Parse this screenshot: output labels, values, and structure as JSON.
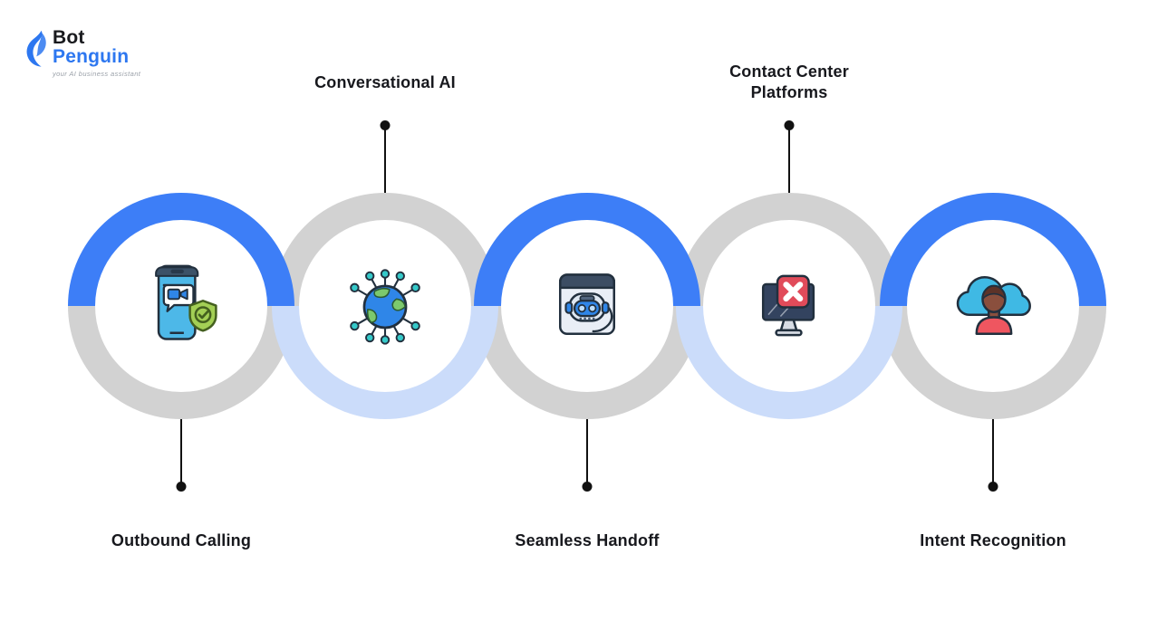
{
  "logo": {
    "bot": "Bot",
    "penguin": "Penguin",
    "tagline": "your AI business assistant"
  },
  "colors": {
    "primary_blue": "#3D7EF7",
    "light_blue": "#CBDCFA",
    "gray": "#D2D2D2",
    "text_dark": "#17181D",
    "connector_black": "#111111",
    "logo_blue": "#2D77F0"
  },
  "diagram": {
    "nodes": [
      {
        "label": "Outbound Calling",
        "label_position": "bottom",
        "icon": "phone-video-call-shield-icon",
        "top_half_color": "#3D7EF7",
        "bottom_half_color": "#D2D2D2"
      },
      {
        "label": "Conversational AI",
        "label_position": "top",
        "icon": "globe-network-icon",
        "top_half_color": "#D2D2D2",
        "bottom_half_color": "#CBDCFA"
      },
      {
        "label": "Seamless Handoff",
        "label_position": "bottom",
        "icon": "chatbot-window-icon",
        "top_half_color": "#3D7EF7",
        "bottom_half_color": "#D2D2D2"
      },
      {
        "label": "Contact Center Platforms",
        "label_position": "top",
        "icon": "monitor-error-icon",
        "top_half_color": "#D2D2D2",
        "bottom_half_color": "#CBDCFA"
      },
      {
        "label": "Intent Recognition",
        "label_position": "bottom",
        "icon": "cloud-person-icon",
        "top_half_color": "#3D7EF7",
        "bottom_half_color": "#D2D2D2"
      }
    ]
  }
}
